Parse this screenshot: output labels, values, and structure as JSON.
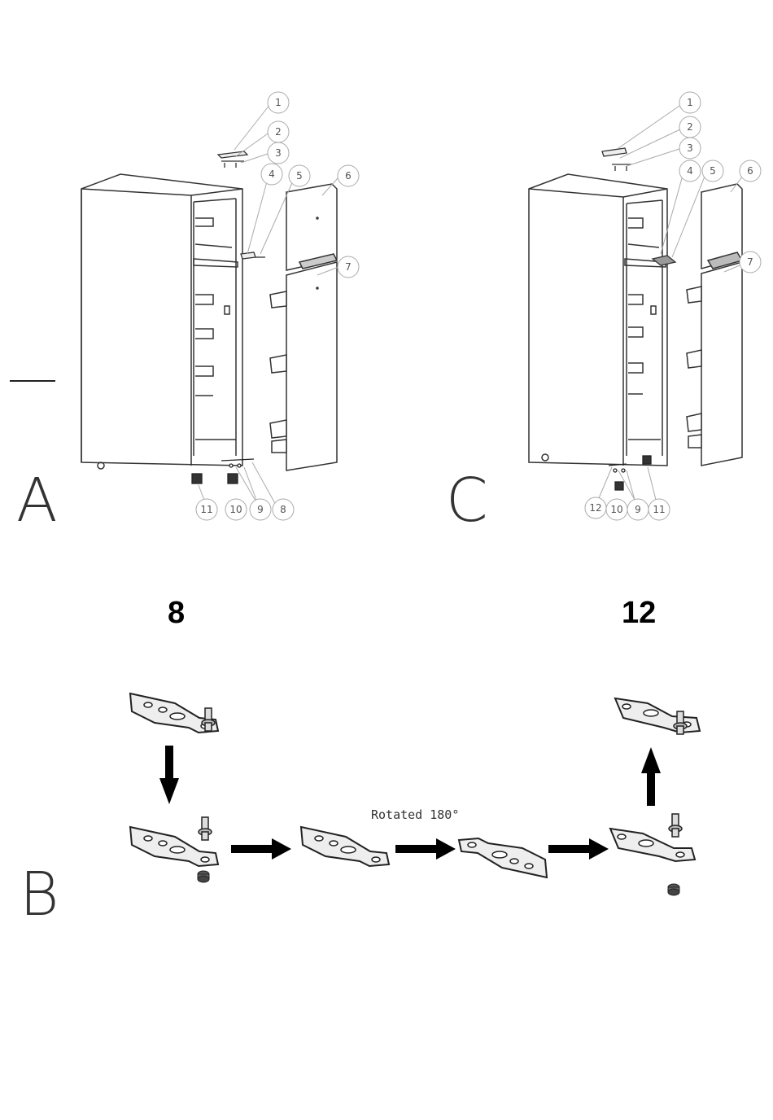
{
  "figures": {
    "A": {
      "letter": "A",
      "callouts": [
        "1",
        "2",
        "3",
        "4",
        "5",
        "6",
        "7",
        "8",
        "9",
        "10",
        "11"
      ]
    },
    "C": {
      "letter": "C",
      "callouts": [
        "1",
        "2",
        "3",
        "4",
        "5",
        "6",
        "7",
        "12",
        "10",
        "9",
        "11"
      ]
    },
    "B": {
      "letter": "B",
      "left_part_number": "8",
      "right_part_number": "12",
      "rotation_label": "Rotated 180°"
    }
  }
}
